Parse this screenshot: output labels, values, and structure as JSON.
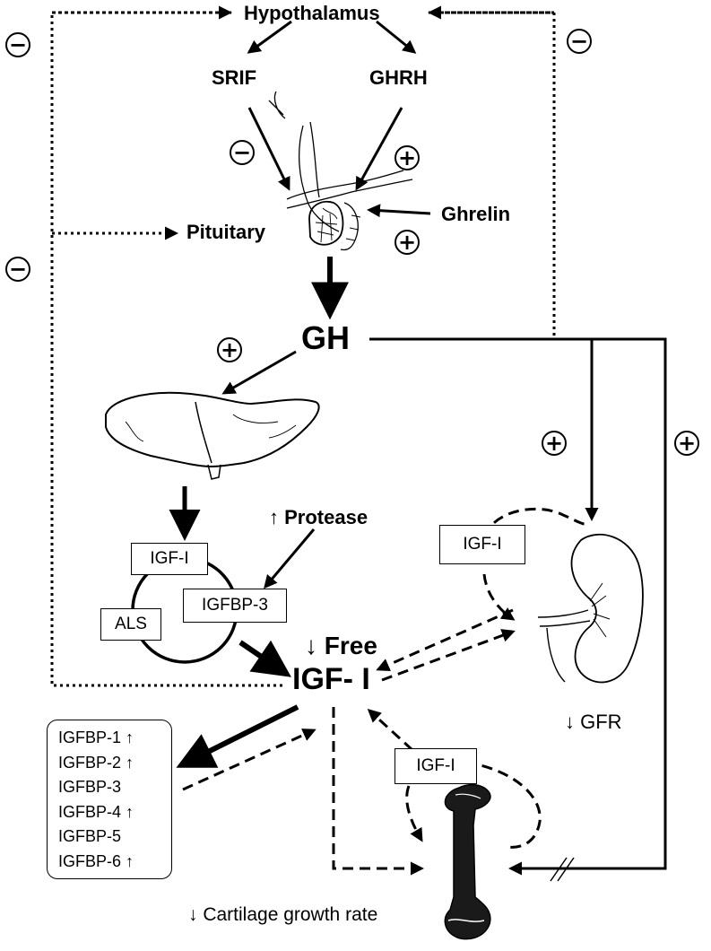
{
  "labels": {
    "hypothalamus": "Hypothalamus",
    "srif": "SRIF",
    "ghrh": "GHRH",
    "pituitary": "Pituitary",
    "ghrelin": "Ghrelin",
    "gh": "GH",
    "protease": "↑ Protease",
    "free": "↓ Free",
    "igf_i_main": "IGF- I",
    "gfr": "↓ GFR",
    "cartilage": "↓ Cartilage growth rate"
  },
  "boxes": {
    "liver_igf": "IGF-I",
    "als": "ALS",
    "igfbp3": "IGFBP-3",
    "kidney_igf": "IGF-I",
    "bone_igf": "IGF-I"
  },
  "igfbp_list": [
    "IGFBP-1 ↑",
    "IGFBP-2 ↑",
    "IGFBP-3",
    "IGFBP-4 ↑",
    "IGFBP-5",
    "IGFBP-6 ↑"
  ],
  "signs": {
    "minus": "−",
    "plus": "+"
  }
}
